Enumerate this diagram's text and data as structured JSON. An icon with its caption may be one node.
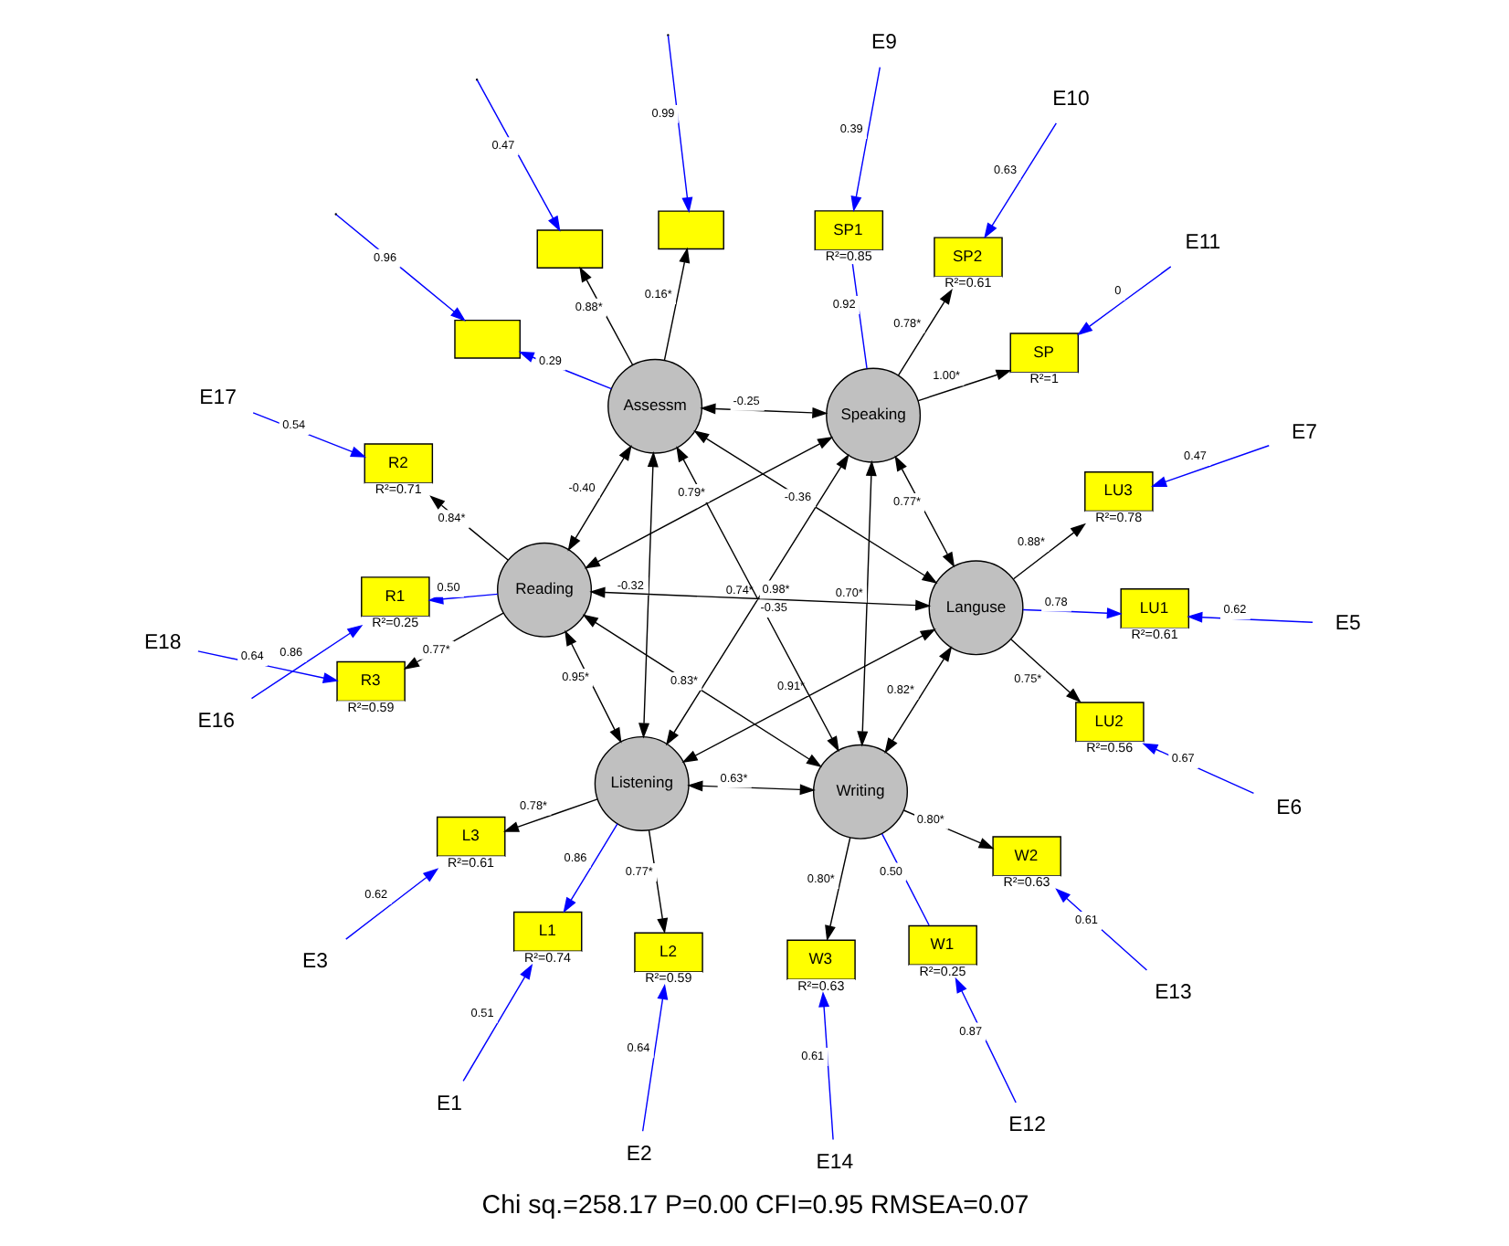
{
  "diagram": {
    "caption": "Chi sq.=258.17 P=0.00 CFI=0.95 RMSEA=0.07",
    "nodes": [
      {
        "text": [
          "E3"
        ]
      },
      {
        "text": [
          "E2"
        ]
      },
      {
        "text": [
          "E1"
        ]
      },
      {
        "text": [
          "L3"
        ],
        "beside": [
          "R²=0.61"
        ]
      },
      {
        "text": [
          "L2"
        ],
        "beside": [
          "R²=0.59"
        ]
      },
      {
        "text": [
          "L1"
        ],
        "beside": [
          "R²=0.74"
        ]
      },
      {
        "text": [
          "E12"
        ]
      },
      {
        "text": [
          "W1"
        ],
        "beside": [
          "R²=0.25"
        ]
      },
      {
        "text": [
          "E13"
        ]
      },
      {
        "text": [
          "W2"
        ],
        "beside": [
          "R²=0.63"
        ]
      },
      {
        "text": [
          "E14"
        ]
      },
      {
        "text": [
          "W3"
        ],
        "beside": [
          "R²=0.63"
        ]
      },
      {
        "text": [
          "Listening"
        ]
      },
      {
        "text": [
          "Writing"
        ]
      },
      {
        "text": [
          "Reading"
        ]
      },
      {
        "text": [
          "R1"
        ],
        "beside": [
          "R²=0.25"
        ]
      },
      {
        "text": [
          "E16"
        ]
      },
      {
        "text": [
          "R2"
        ],
        "beside": [
          "R²=0.71"
        ]
      },
      {
        "text": [
          "E17"
        ]
      },
      {
        "text": [
          "R3"
        ],
        "beside": [
          "R²=0.59"
        ]
      },
      {
        "text": [
          "E18"
        ]
      },
      {
        "text": [
          "E9"
        ]
      },
      {
        "text": [
          "SP1"
        ],
        "beside": [
          "R²=0.85"
        ]
      },
      {
        "text": [
          "E10"
        ]
      },
      {
        "text": [
          "SP2"
        ],
        "beside": [
          "R²=0.61"
        ]
      },
      {
        "text": [
          "E11"
        ]
      },
      {
        "text": [
          "SP"
        ],
        "beside": [
          "R²=1"
        ]
      },
      {
        "text": [
          "Speaking"
        ]
      },
      {
        "text": [
          "Languse"
        ]
      },
      {
        "text": [
          "LU1"
        ],
        "beside": [
          "R²=0.61"
        ]
      },
      {
        "text": [
          "E5"
        ]
      },
      {
        "text": [
          "LU2"
        ],
        "beside": [
          "R²=0.56"
        ]
      },
      {
        "text": [
          "E6"
        ]
      },
      {
        "text": [
          "LU3"
        ],
        "beside": [
          "R²=0.78"
        ]
      },
      {
        "text": [
          "E7"
        ]
      },
      {
        "text": [
          "Assessm"
        ]
      },
      {
        "text": [],
        "shape": "box"
      },
      {
        "text": [],
        "shape": "box"
      },
      {
        "text": [],
        "shape": "box"
      }
    ],
    "edges": [
      {
        "from": 0,
        "to": 3,
        "arrow": "to",
        "label": "0.62",
        "color": "#0000ff"
      },
      {
        "from": 1,
        "to": 4,
        "arrow": "to",
        "label": "0.64",
        "color": "#0000ff"
      },
      {
        "from": 2,
        "to": 5,
        "arrow": "to",
        "label": "0.51",
        "color": "#0000ff"
      },
      {
        "from": 12,
        "to": 3,
        "arrow": "to",
        "label": "0.78*"
      },
      {
        "from": 12,
        "to": 4,
        "arrow": "to",
        "label": "0.77*"
      },
      {
        "from": 12,
        "to": 5,
        "arrow": "to",
        "label": "0.86",
        "color": "#0000ff"
      },
      {
        "from": 6,
        "to": 7,
        "arrow": "to",
        "label": "0.87",
        "color": "#0000ff"
      },
      {
        "from": 8,
        "to": 9,
        "arrow": "to",
        "label": "0.61",
        "color": "#0000ff"
      },
      {
        "from": 10,
        "to": 11,
        "arrow": "to",
        "label": "0.61",
        "color": "#0000ff"
      },
      {
        "from": 13,
        "to": 7,
        "arrow": "none",
        "label": "0.50",
        "color": "#0000ff"
      },
      {
        "from": 13,
        "to": 9,
        "arrow": "to",
        "label": "0.80*"
      },
      {
        "from": 13,
        "to": 11,
        "arrow": "to",
        "label": "0.80*"
      },
      {
        "from": 14,
        "to": 15,
        "arrow": "to",
        "label": "0.50",
        "color": "#0000ff"
      },
      {
        "from": 14,
        "to": 17,
        "arrow": "to",
        "label": "0.84*"
      },
      {
        "from": 14,
        "to": 19,
        "arrow": "to",
        "label": "0.77*"
      },
      {
        "from": 16,
        "to": 15,
        "arrow": "to",
        "label": "0.86",
        "color": "#0000ff"
      },
      {
        "from": 18,
        "to": 17,
        "arrow": "to",
        "label": "0.54",
        "color": "#0000ff"
      },
      {
        "from": 20,
        "to": 19,
        "arrow": "to",
        "label": "0.64",
        "color": "#0000ff"
      },
      {
        "from": 21,
        "to": 22,
        "arrow": "to",
        "label": "0.39",
        "color": "#0000ff"
      },
      {
        "from": 23,
        "to": 24,
        "arrow": "to",
        "label": "0.63",
        "color": "#0000ff"
      },
      {
        "from": 25,
        "to": 26,
        "arrow": "to",
        "label": "0",
        "color": "#0000ff"
      },
      {
        "from": 27,
        "to": 22,
        "arrow": "none",
        "label": "0.92",
        "color": "#0000ff"
      },
      {
        "from": 27,
        "to": 24,
        "arrow": "to",
        "label": "0.78*"
      },
      {
        "from": 27,
        "to": 26,
        "arrow": "to",
        "label": "1.00*"
      },
      {
        "from": 28,
        "to": 29,
        "arrow": "to",
        "label": "0.78",
        "color": "#0000ff"
      },
      {
        "from": 28,
        "to": 31,
        "arrow": "to",
        "label": "0.75*"
      },
      {
        "from": 28,
        "to": 33,
        "arrow": "to",
        "label": "0.88*"
      },
      {
        "from": 30,
        "to": 29,
        "arrow": "to",
        "label": "0.62",
        "color": "#0000ff"
      },
      {
        "from": 32,
        "to": 31,
        "arrow": "to",
        "label": "0.67",
        "color": "#0000ff"
      },
      {
        "from": 34,
        "to": 33,
        "arrow": "to",
        "label": "0.47",
        "color": "#0000ff"
      },
      {
        "from": 35,
        "to": 36,
        "arrow": "to",
        "label": "0.29",
        "color": "#0000ff"
      },
      {
        "from": 35,
        "to": 37,
        "arrow": "to",
        "label": "0.16*"
      },
      {
        "from": 35,
        "to": 38,
        "arrow": "to",
        "label": "0.88*"
      },
      {
        "from": null,
        "to": 36,
        "arrow": "to",
        "label": "0.96",
        "color": "#0000ff"
      },
      {
        "from": null,
        "to": 37,
        "arrow": "to",
        "label": "0.99",
        "color": "#0000ff"
      },
      {
        "from": null,
        "to": 38,
        "arrow": "to",
        "label": "0.47",
        "color": "#0000ff"
      },
      {
        "from": 13,
        "to": 12,
        "arrow": "both",
        "label": "0.63*"
      },
      {
        "from": 12,
        "to": 14,
        "arrow": "both",
        "label": "0.95*"
      },
      {
        "from": 13,
        "to": 14,
        "arrow": "both",
        "label": "0.83*"
      },
      {
        "from": 13,
        "to": 27,
        "arrow": "both",
        "label": "0.70*"
      },
      {
        "from": 14,
        "to": 28,
        "arrow": "both",
        "label": "0.98*"
      },
      {
        "from": 12,
        "to": 27,
        "arrow": "both",
        "label": "0.74*"
      },
      {
        "from": 14,
        "to": 27,
        "arrow": "both",
        "label": "0.79*"
      },
      {
        "from": 13,
        "to": 28,
        "arrow": "both",
        "label": "0.82*"
      },
      {
        "from": 12,
        "to": 28,
        "arrow": "both",
        "label": "0.91*"
      },
      {
        "from": 27,
        "to": 28,
        "arrow": "both",
        "label": "0.77*"
      },
      {
        "from": 12,
        "to": 35,
        "arrow": "both",
        "label": "-0.32"
      },
      {
        "from": 13,
        "to": 35,
        "arrow": "both",
        "label": "-0.35"
      },
      {
        "from": 14,
        "to": 35,
        "arrow": "both",
        "label": "-0.40"
      },
      {
        "from": 27,
        "to": 35,
        "arrow": "both",
        "label": "-0.25"
      },
      {
        "from": 28,
        "to": 35,
        "arrow": "both",
        "label": "-0.36"
      }
    ]
  }
}
